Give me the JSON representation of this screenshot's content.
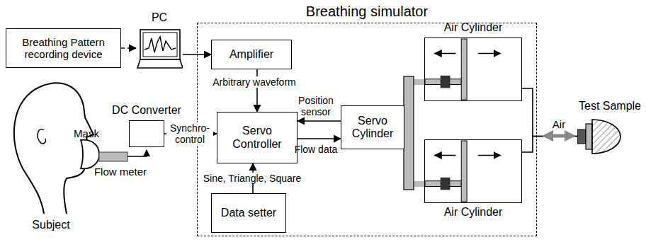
{
  "diagram": {
    "nodes": [
      {
        "text": [
          "Breathing simulator"
        ]
      },
      {
        "text": [
          "Breathing Pattern recording device"
        ]
      },
      {
        "text": [
          "PC"
        ]
      },
      {
        "text": [
          "Amplifier"
        ],
        "in": 0
      },
      {
        "text": [
          "Servo Controller"
        ],
        "in": 0
      },
      {
        "text": [
          "Data setter"
        ],
        "in": 0
      },
      {
        "text": [
          "Servo Cylinder"
        ],
        "in": 0
      },
      {
        "text": [
          "Air Cylinder"
        ],
        "in": 0
      },
      {
        "text": [
          "Air Cylinder"
        ],
        "in": 0
      },
      {
        "text": [
          "DC Converter"
        ]
      },
      {
        "text": [
          "Test Sample"
        ]
      }
    ],
    "edges": [
      {
        "from": 1,
        "to": 2,
        "arrow": "to"
      },
      {
        "from": 2,
        "to": 3,
        "arrow": "to"
      },
      {
        "from": 3,
        "to": 4,
        "label": "Arbitrary waveform",
        "arrow": "to"
      },
      {
        "from": 9,
        "to": 4,
        "label": "Synchro- control",
        "arrow": "to"
      },
      {
        "from": 5,
        "to": 4,
        "label": "Sine, Triangle, Square",
        "arrow": "to"
      },
      {
        "from": 6,
        "to": 4,
        "label": "Position sensor",
        "arrow": "to"
      },
      {
        "from": 4,
        "to": 6,
        "label": "Flow data",
        "arrow": "to"
      },
      {
        "from": 6,
        "to": 7,
        "arrow": "none"
      },
      {
        "from": 6,
        "to": 8,
        "arrow": "none"
      },
      {
        "from": 7,
        "to": 10,
        "arrow": "none"
      },
      {
        "from": 8,
        "to": 10,
        "arrow": "none"
      }
    ],
    "labels": [
      "Mask",
      "Flow meter",
      "Subject",
      "Air"
    ]
  }
}
